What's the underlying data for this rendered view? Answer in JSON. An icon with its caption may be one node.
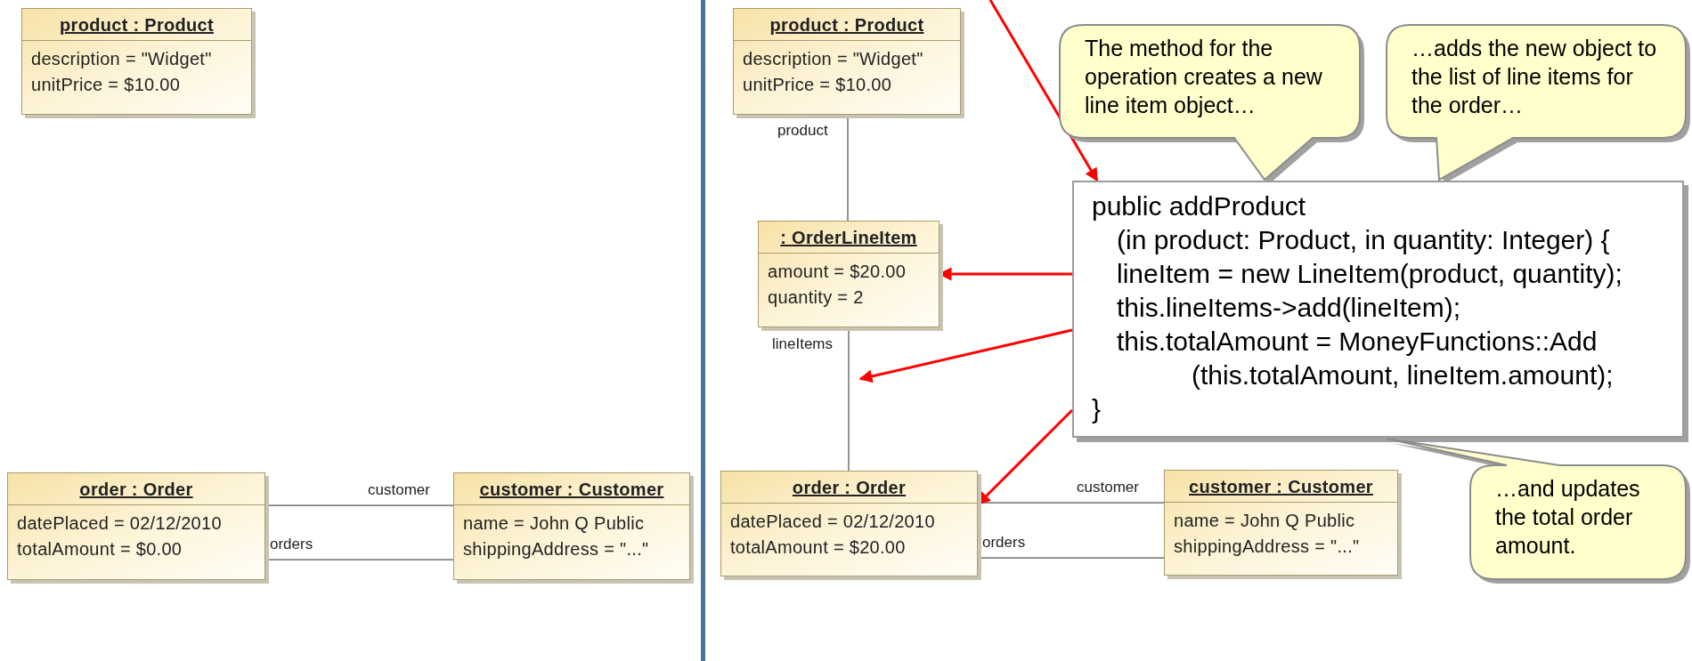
{
  "diagram": {
    "nodes": [
      {
        "text": [
          "product : Product",
          "description = \"Widget\"",
          "unitPrice = $10.00"
        ]
      },
      {
        "text": [
          "order : Order",
          "datePlaced = 02/12/2010",
          "totalAmount = $0.00"
        ]
      },
      {
        "text": [
          "customer : Customer",
          "name = John Q Public",
          "shippingAddress = \"...\""
        ]
      },
      {
        "text": [
          "product : Product",
          "description = \"Widget\"",
          "unitPrice = $10.00"
        ]
      },
      {
        "text": [
          "The method for the operation creates a new line item object…"
        ]
      },
      {
        "text": [
          "…adds the new object to the list of line items for the order…"
        ]
      },
      {
        "text": [
          "public addProduct",
          "(in product: Product, in quantity: Integer) {",
          "lineItem = new LineItem(product, quantity);",
          "this.lineItems->add(lineItem);",
          "this.totalAmount = MoneyFunctions::Add",
          "(this.totalAmount, lineItem.amount);",
          "}"
        ]
      },
      {
        "text": [
          ": OrderLineItem",
          "amount = $20.00",
          "quantity = 2"
        ]
      },
      {
        "text": [
          "order : Order",
          "datePlaced = 02/12/2010",
          "totalAmount = $20.00"
        ]
      },
      {
        "text": [
          "customer : Customer",
          "name = John Q Public",
          "shippingAddress = \"...\""
        ]
      },
      {
        "text": [
          "…and updates the total order amount."
        ]
      }
    ],
    "edges": [
      {
        "from": 3,
        "to": 7,
        "arrow": "none",
        "label": "product"
      },
      {
        "from": 7,
        "to": 8,
        "arrow": "none",
        "label": "lineItems"
      },
      {
        "from": 1,
        "to": 2,
        "arrow": "none",
        "label": "customer"
      },
      {
        "from": 1,
        "to": 2,
        "arrow": "none",
        "label": "orders"
      },
      {
        "from": 8,
        "to": 9,
        "arrow": "none",
        "label": "customer"
      },
      {
        "from": 8,
        "to": 9,
        "arrow": "none",
        "label": "orders"
      },
      {
        "from": null,
        "to": 6,
        "arrow": "to",
        "color": "#ff0000"
      },
      {
        "from": 6,
        "to": 7,
        "arrow": "to",
        "color": "#ff0000"
      },
      {
        "from": 6,
        "to": null,
        "arrow": "to",
        "color": "#ff0000"
      },
      {
        "from": 6,
        "to": 8,
        "arrow": "to",
        "color": "#ff0000"
      }
    ]
  }
}
